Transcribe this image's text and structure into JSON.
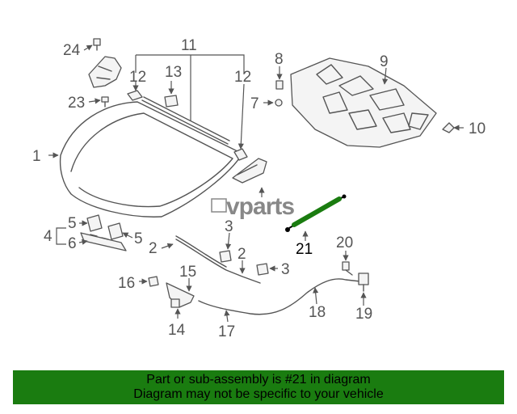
{
  "watermark": "vparts",
  "callouts": {
    "c1": "1",
    "c2a": "2",
    "c2b": "2",
    "c3a": "3",
    "c3b": "3",
    "c4": "4",
    "c5a": "5",
    "c5b": "5",
    "c6": "6",
    "c7": "7",
    "c8": "8",
    "c9": "9",
    "c10": "10",
    "c11": "11",
    "c12a": "12",
    "c12b": "12",
    "c13": "13",
    "c14": "14",
    "c15": "15",
    "c16": "16",
    "c17": "17",
    "c18": "18",
    "c19": "19",
    "c20": "20",
    "c21": "21",
    "c23": "23",
    "c24": "24"
  },
  "highlight_color": "#1a7c10",
  "banner": {
    "line1": "Part or sub-assembly is #21 in diagram",
    "line2": "Diagram may not be specific to your vehicle"
  }
}
